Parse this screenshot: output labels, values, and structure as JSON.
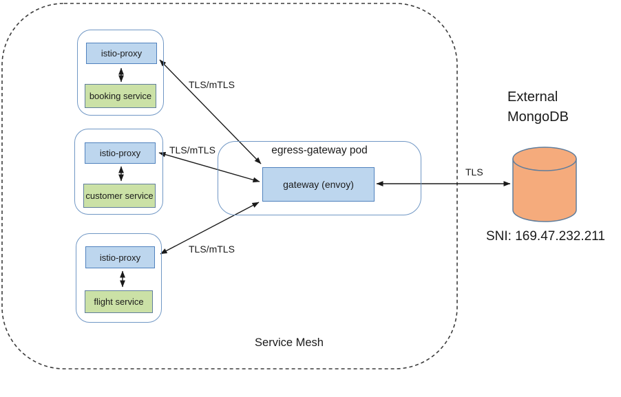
{
  "diagram": {
    "mesh_label": "Service Mesh",
    "pods": [
      {
        "proxy_label": "istio-proxy",
        "service_label": "booking service"
      },
      {
        "proxy_label": "istio-proxy",
        "service_label": "customer service"
      },
      {
        "proxy_label": "istio-proxy",
        "service_label": "flight service"
      }
    ],
    "egress_pod": {
      "title": "egress-gateway pod",
      "gateway_label": "gateway (envoy)"
    },
    "external_db": {
      "title": "External\nMongoDB",
      "sni_label": "SNI: 169.47.232.211"
    },
    "edge_labels": {
      "tls_mtls_1": "TLS/mTLS",
      "tls_mtls_2": "TLS/mTLS",
      "tls_mtls_3": "TLS/mTLS",
      "tls": "TLS"
    },
    "colors": {
      "proxy_fill": "#bdd6ee",
      "proxy_border": "#4f81bd",
      "service_fill": "#cbe1a6",
      "service_border": "#5f7d9c",
      "pod_border": "#6f96c4",
      "db_fill": "#f5ab7c",
      "db_border": "#5f7d9c",
      "line": "#1a1a1a"
    }
  }
}
